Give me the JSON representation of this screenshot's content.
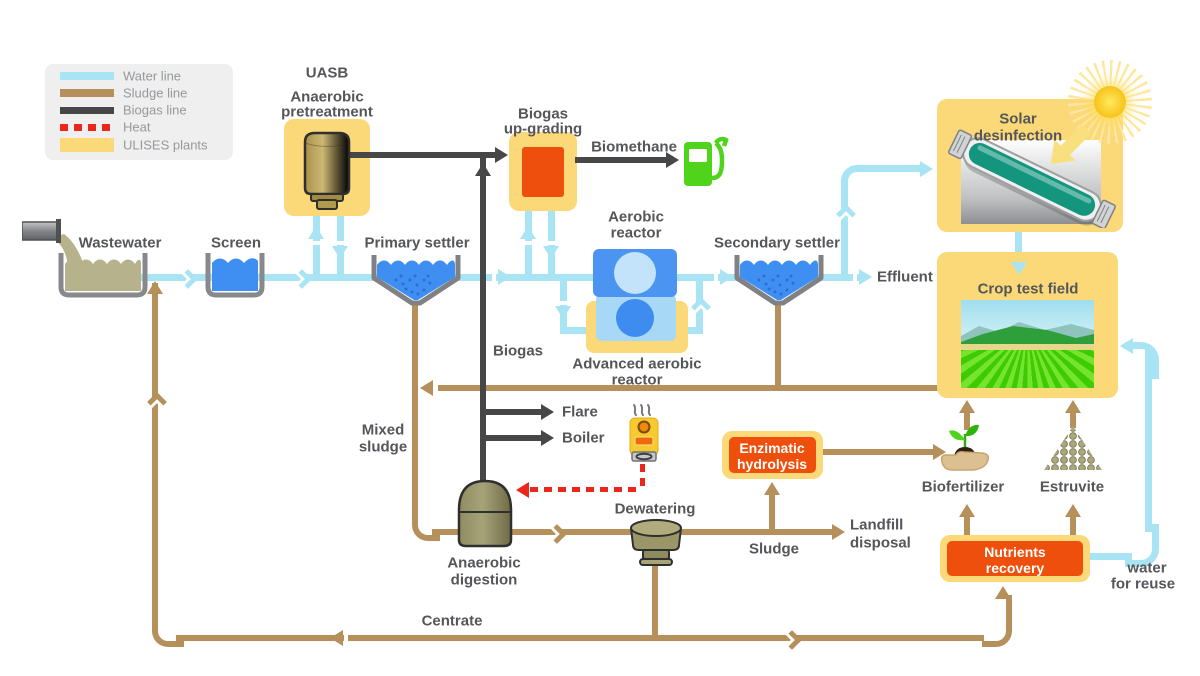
{
  "legend": {
    "items": [
      {
        "label": "Water line",
        "color": "#A9E4F4",
        "style": "line"
      },
      {
        "label": "Sludge line",
        "color": "#B5905A",
        "style": "line"
      },
      {
        "label": "Biogas line",
        "color": "#474747",
        "style": "line"
      },
      {
        "label": "Heat",
        "color": "#E9271C",
        "style": "dashed-line"
      },
      {
        "label": "ULISES plants",
        "color": "#FBD979",
        "style": "swatch"
      }
    ]
  },
  "nodes": {
    "wastewater": "Wastewater",
    "screen": "Screen",
    "uasb1": "UASB",
    "uasb2": "Anaerobic",
    "uasb3": "pretreatment",
    "primary_settler": "Primary settler",
    "biogas_up1": "Biogas",
    "biogas_up2": "up-grading",
    "biomethane": "Biomethane",
    "aerobic1": "Aerobic",
    "aerobic2": "reactor",
    "advanced1": "Advanced aerobic",
    "advanced2": "reactor",
    "secondary_settler": "Secondary settler",
    "effluent": "Effluent",
    "solar1": "Solar",
    "solar2": "desinfection",
    "crop": "Crop test field",
    "biogas_line": "Biogas",
    "mixed1": "Mixed",
    "mixed2": "sludge",
    "flare": "Flare",
    "boiler": "Boiler",
    "digestion1": "Anaerobic",
    "digestion2": "digestion",
    "dewatering": "Dewatering",
    "sludge": "Sludge",
    "landfill1": "Landfill",
    "landfill2": "disposal",
    "enzymatic1": "Enzimatic",
    "enzymatic2": "hydrolysis",
    "biofertilizer": "Biofertilizer",
    "estruvite": "Estruvite",
    "nutrients1": "Nutrients",
    "nutrients2": "recovery",
    "reuse1": "water",
    "reuse2": "for reuse",
    "centrate": "Centrate"
  },
  "colors": {
    "water_line": "#A9E4F4",
    "sludge_line": "#B5905A",
    "biogas_line": "#474747",
    "heat_line": "#E9271C",
    "ulises_plant_box": "#FBD979",
    "process_box_orange": "#EE4F0D",
    "label_text": "#55565A",
    "biomethane_green": "#4FD41B"
  }
}
